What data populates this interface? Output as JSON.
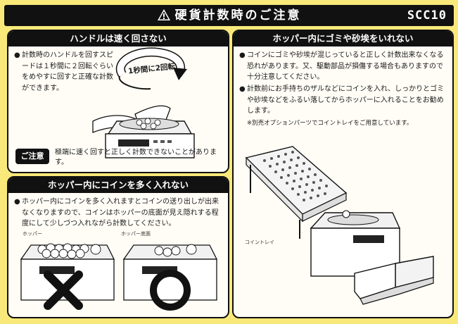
{
  "header": {
    "title": "硬貨計数時のご注意",
    "code": "SCC10"
  },
  "panel_handle": {
    "title": "ハンドルは速く回さない",
    "bullet": "計数時のハンドルを回すスピードは１秒間に２回転ぐらいをめやすに回すと正確な計数ができます。",
    "arrow_label": "1秒間に2回転",
    "caution_badge": "ご注意",
    "caution_text": "極端に速く回すと正しく計数できないことがあります。"
  },
  "panel_coins": {
    "title": "ホッパー内にコインを多く入れない",
    "bullet": "ホッパー内にコインを多く入れますとコインの送り出しが出来なくなりますので、コインはホッパーの底面が見え隠れする程度にして少しづつ入れながら計数してください。",
    "label_left": "ホッパー",
    "label_right": "ホッパー底面",
    "mark_bad": "×",
    "mark_good": "○"
  },
  "panel_dust": {
    "title": "ホッパー内にゴミや砂埃をいれない",
    "bullet1": "コインにゴミや砂埃が混じっていると正しく計数出来なくなる恐れがあります。又、駆動部品が損傷する場合もありますので十分注意してください。",
    "bullet2": "計数前にお手持ちのザルなどにコインを入れ、しっかりとゴミや砂埃などをふるい落してからホッパーに入れることをお勧めします。",
    "note": "※別売オプションパーツでコイントレイをご用意しています。",
    "label_tray": "コイントレイ"
  },
  "bullet_mark": "●"
}
